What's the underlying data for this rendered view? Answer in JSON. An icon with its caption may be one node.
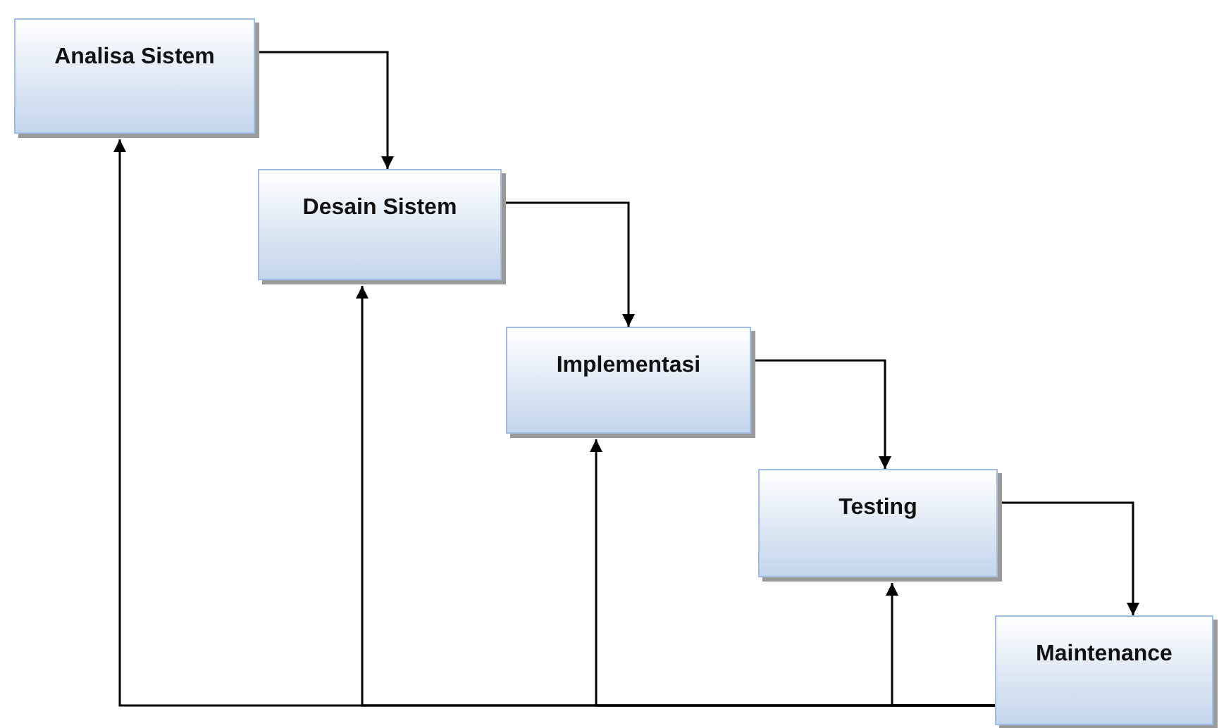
{
  "diagram": {
    "nodes": [
      {
        "text": [
          "Analisa Sistem"
        ]
      },
      {
        "text": [
          "Desain Sistem"
        ]
      },
      {
        "text": [
          "Implementasi"
        ]
      },
      {
        "text": [
          "Testing"
        ]
      },
      {
        "text": [
          "Maintenance"
        ]
      }
    ],
    "edges": [
      {
        "from": 0,
        "to": 1,
        "arrow": "to"
      },
      {
        "from": 1,
        "to": 2,
        "arrow": "to"
      },
      {
        "from": 2,
        "to": 3,
        "arrow": "to"
      },
      {
        "from": 3,
        "to": 4,
        "arrow": "to"
      },
      {
        "from": 4,
        "to": 3,
        "arrow": "to"
      },
      {
        "from": 4,
        "to": 2,
        "arrow": "to"
      },
      {
        "from": 4,
        "to": 1,
        "arrow": "to"
      },
      {
        "from": 4,
        "to": 0,
        "arrow": "to"
      }
    ]
  }
}
